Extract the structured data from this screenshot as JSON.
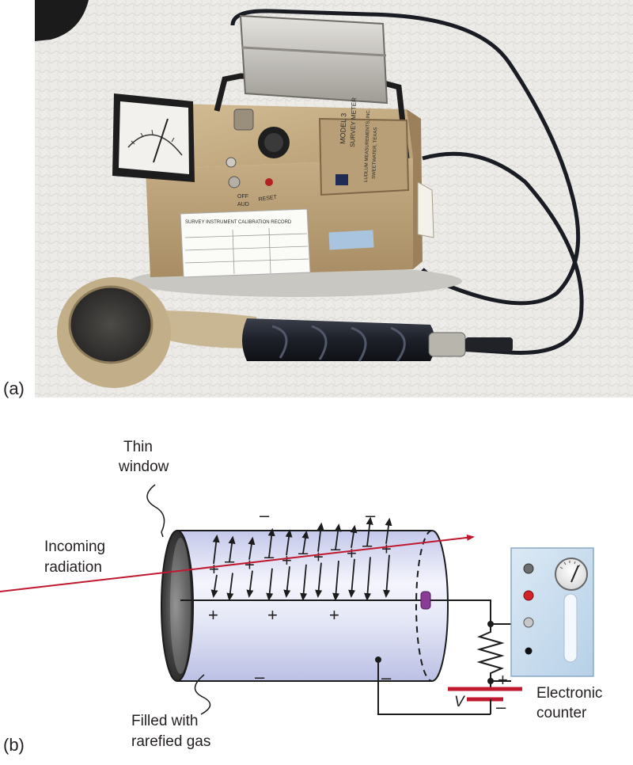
{
  "panels": {
    "a": "(a)",
    "b": "(b)"
  },
  "photo": {
    "label_icon": "survey-meter-photo",
    "reset_label": "RESET",
    "off_label": "OFF",
    "aud_label": "AUD",
    "model_label": "MODEL 3",
    "meter_type_label": "SURVEY METER",
    "maker_line1": "LUDLUM MEASUREMENTS, INC.",
    "maker_line2": "SWEETWATER, TEXAS",
    "calibration_title": "SURVEY INSTRUMENT CALIBRATION RECORD"
  },
  "diagram": {
    "labels": {
      "thin_window_1": "Thin",
      "thin_window_2": "window",
      "incoming_1": "Incoming",
      "incoming_2": "radiation",
      "filled_1": "Filled with",
      "filled_2": "rarefied gas",
      "counter_1": "Electronic",
      "counter_2": "counter",
      "voltage": "V"
    },
    "signs": {
      "plus": "+",
      "minus": "–"
    },
    "colors": {
      "radiation_ray": "#c0182e",
      "battery": "#c0182e",
      "tube_fill": "#dce0f4",
      "counter_box": "#c9def0",
      "electrode": "#8a3b96"
    }
  }
}
